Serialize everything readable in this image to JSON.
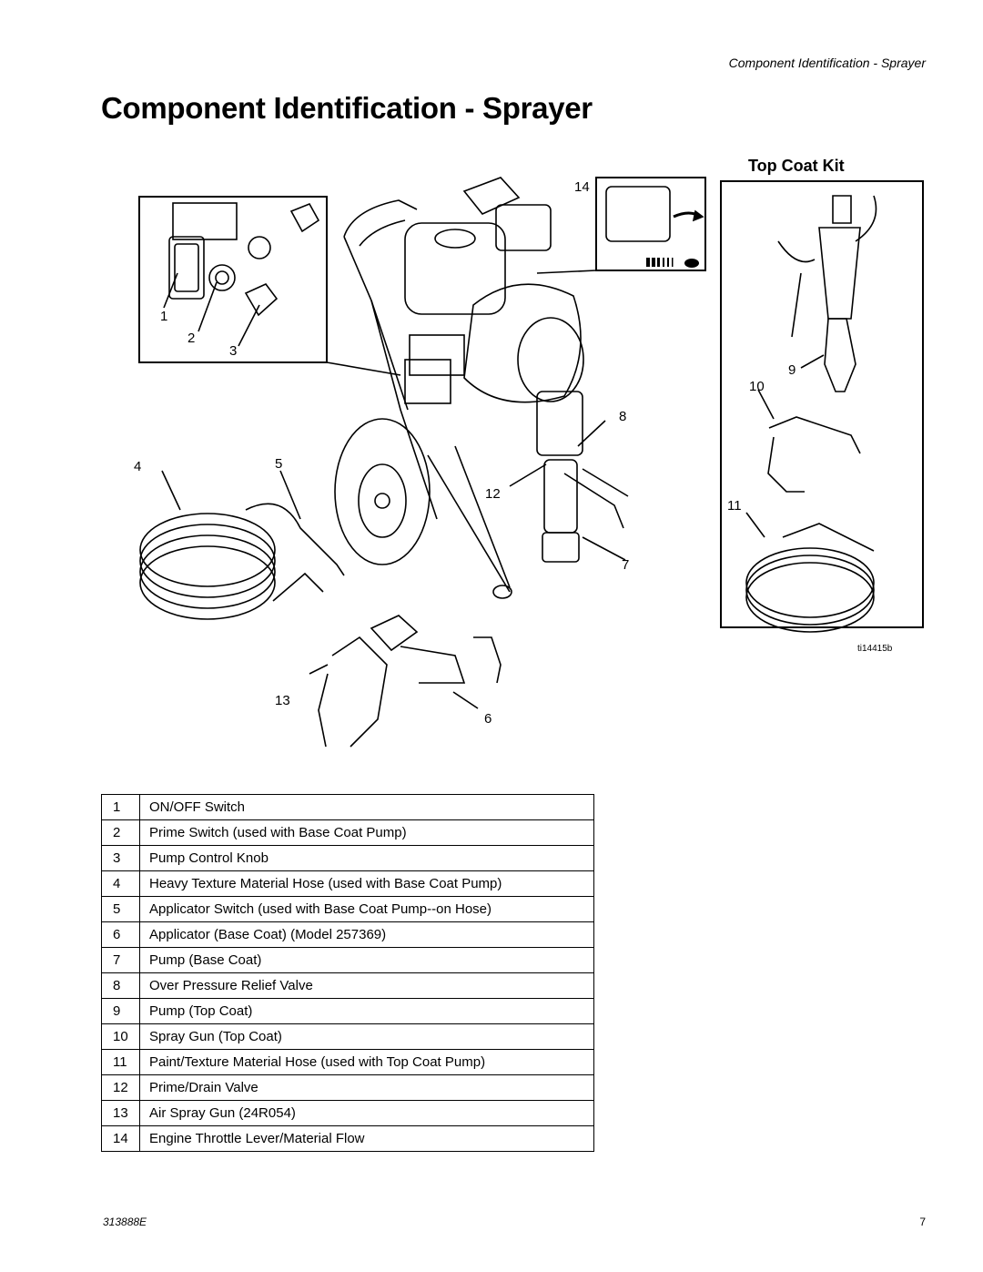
{
  "header": {
    "running_title": "Component Identification - Sprayer"
  },
  "page_title": "Component Identification - Sprayer",
  "figure": {
    "kit_title": "Top Coat Kit",
    "callouts": [
      "1",
      "2",
      "3",
      "4",
      "5",
      "6",
      "7",
      "8",
      "9",
      "10",
      "11",
      "12",
      "13",
      "14"
    ],
    "image_id": "ti14415b"
  },
  "legend": [
    {
      "num": "1",
      "desc": "ON/OFF Switch"
    },
    {
      "num": "2",
      "desc": "Prime Switch (used with Base Coat Pump)"
    },
    {
      "num": "3",
      "desc": "Pump Control Knob"
    },
    {
      "num": "4",
      "desc": "Heavy Texture Material Hose (used with Base Coat Pump)"
    },
    {
      "num": "5",
      "desc": "Applicator Switch (used with Base Coat Pump--on Hose)"
    },
    {
      "num": "6",
      "desc": "Applicator (Base Coat) (Model 257369)"
    },
    {
      "num": "7",
      "desc": "Pump (Base Coat)"
    },
    {
      "num": "8",
      "desc": "Over Pressure Relief Valve"
    },
    {
      "num": "9",
      "desc": "Pump (Top Coat)"
    },
    {
      "num": "10",
      "desc": "Spray Gun (Top Coat)"
    },
    {
      "num": "11",
      "desc": "Paint/Texture Material Hose (used with Top Coat Pump)"
    },
    {
      "num": "12",
      "desc": "Prime/Drain Valve"
    },
    {
      "num": "13",
      "desc": "Air Spray Gun (24R054)"
    },
    {
      "num": "14",
      "desc": "Engine Throttle Lever/Material Flow"
    }
  ],
  "footer": {
    "doc_number": "313888E",
    "page_number": "7"
  }
}
